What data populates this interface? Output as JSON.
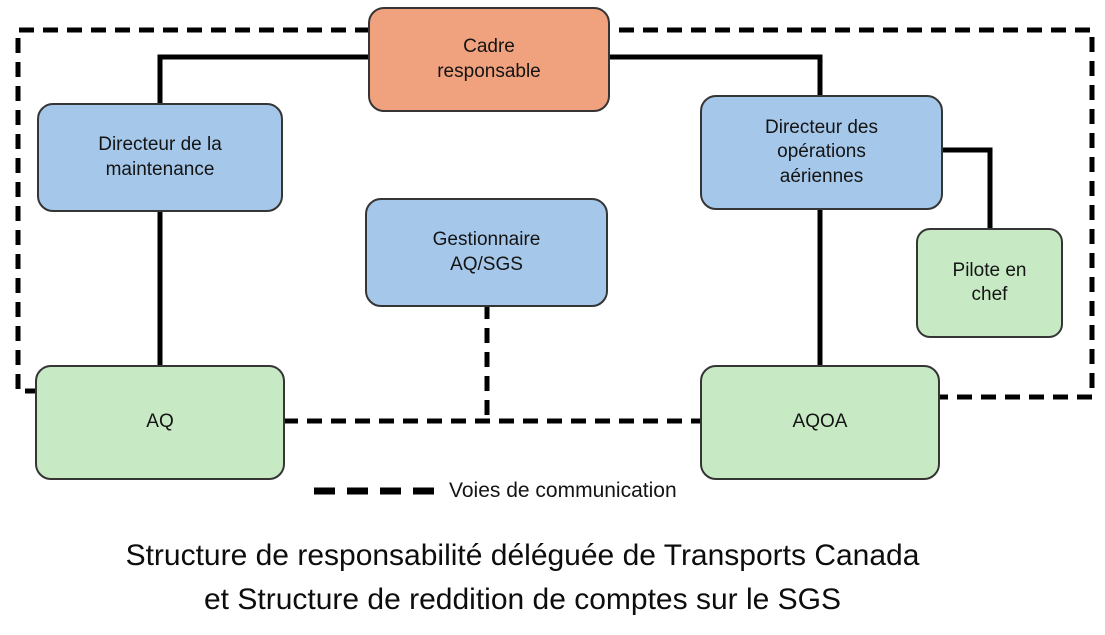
{
  "diagram": {
    "line_color": "#000000",
    "boxes": {
      "cadre": {
        "label": "Cadre responsable",
        "fill": "#F0A17E"
      },
      "dir_maintenance": {
        "label": "Directeur de la maintenance",
        "fill": "#A5C7E9"
      },
      "gestionnaire": {
        "label": "Gestionnaire AQ/SGS",
        "fill": "#A5C7E9"
      },
      "dir_operations": {
        "label": "Directeur des opérations aériennes",
        "fill": "#A5C7E9"
      },
      "pilote": {
        "label": "Pilote en chef",
        "fill": "#C7EAC4"
      },
      "aq": {
        "label": "AQ",
        "fill": "#C7EAC4"
      },
      "aqoa": {
        "label": "AQOA",
        "fill": "#C7EAC4"
      }
    },
    "legend": {
      "label": "Voies de communication"
    },
    "caption": {
      "line1": "Structure de responsabilité déléguée de Transports Canada",
      "line2": "et Structure de reddition de comptes sur le SGS"
    }
  }
}
